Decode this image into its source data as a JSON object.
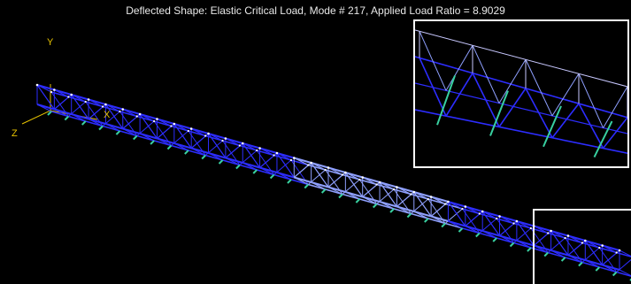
{
  "title": "Deflected Shape:  Elastic Critical Load, Mode # 217, Applied Load Ratio = 8.9029",
  "axes": {
    "y_label": "Y",
    "x_label": "X",
    "z_label": "Z"
  },
  "colors": {
    "background": "#000000",
    "member": "#2d2dff",
    "member_light": "#8fa0ff",
    "node": "#ffffff",
    "support": "#38d0a0",
    "axis": "#e6c200",
    "frame": "#ffffff"
  },
  "inset": {
    "label": "zoomed-detail"
  }
}
